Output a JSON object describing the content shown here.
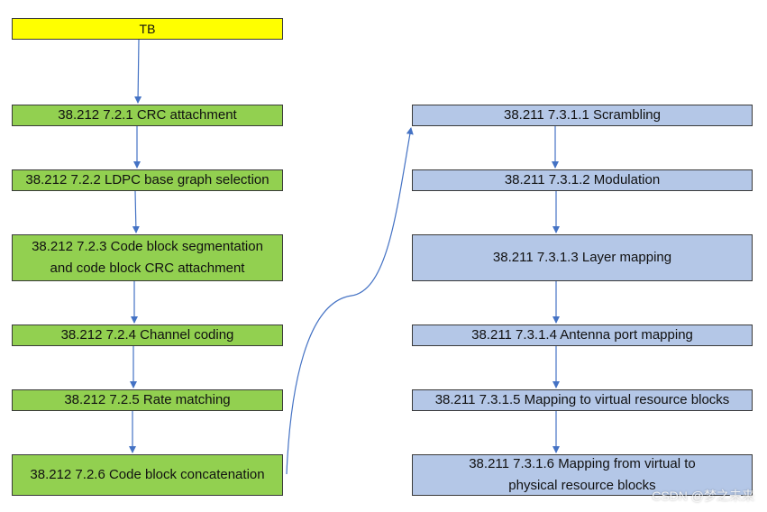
{
  "colors": {
    "start": "#ffff00",
    "channel_coding": "#92d050",
    "physical": "#b4c7e7",
    "arrow": "#4472c4"
  },
  "diagram": {
    "start": {
      "label": "TB"
    },
    "left_column": [
      {
        "label": "38.212 7.2.1 CRC attachment"
      },
      {
        "label": "38.212 7.2.2 LDPC base graph selection"
      },
      {
        "label": "38.212 7.2.3 Code block segmentation\nand code block CRC attachment"
      },
      {
        "label": "38.212 7.2.4 Channel coding"
      },
      {
        "label": "38.212 7.2.5 Rate matching"
      },
      {
        "label": "38.212 7.2.6 Code block concatenation"
      }
    ],
    "right_column": [
      {
        "label": "38.211 7.3.1.1 Scrambling"
      },
      {
        "label": "38.211 7.3.1.2 Modulation"
      },
      {
        "label": "38.211 7.3.1.3 Layer mapping"
      },
      {
        "label": "38.211 7.3.1.4 Antenna port mapping"
      },
      {
        "label": "38.211 7.3.1.5 Mapping to virtual resource blocks"
      },
      {
        "label": "38.211 7.3.1.6 Mapping from virtual to\nphysical resource blocks"
      }
    ]
  },
  "watermark": "CSDN @梦之未来"
}
